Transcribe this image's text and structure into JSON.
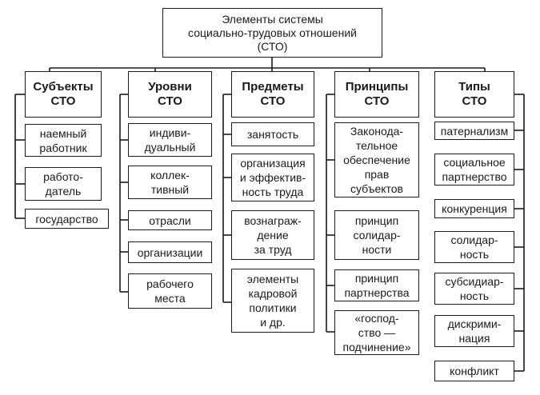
{
  "root": {
    "label": "Элементы системы\nсоциально-трудовых отношений\n(СТО)"
  },
  "columns": [
    {
      "title": "Субъекты\nСТО",
      "items": [
        "наемный\nработник",
        "работо-\nдатель",
        "государство"
      ]
    },
    {
      "title": "Уровни\nСТО",
      "items": [
        "индиви-\nдуальный",
        "коллек-\nтивный",
        "отрасли",
        "организации",
        "рабочего\nместа"
      ]
    },
    {
      "title": "Предметы\nСТО",
      "items": [
        "занятость",
        "организация\nи эффектив-\nность труда",
        "вознаграж-\nдение\nза труд",
        "элементы\nкадровой\nполитики\nи др."
      ]
    },
    {
      "title": "Принципы\nСТО",
      "items": [
        "Законода-\nтельное\nобеспечение\nправ\nсубъектов",
        "принцип\nсолидар-\nности",
        "принцип\nпартнерства",
        "«господ-\nство —\nподчинение»"
      ]
    },
    {
      "title": "Типы\nСТО",
      "items": [
        "патернализм",
        "социальное\nпартнерство",
        "конкуренция",
        "солидар-\nность",
        "субсидиар-\nность",
        "дискрими-\nнация",
        "конфликт"
      ]
    }
  ]
}
